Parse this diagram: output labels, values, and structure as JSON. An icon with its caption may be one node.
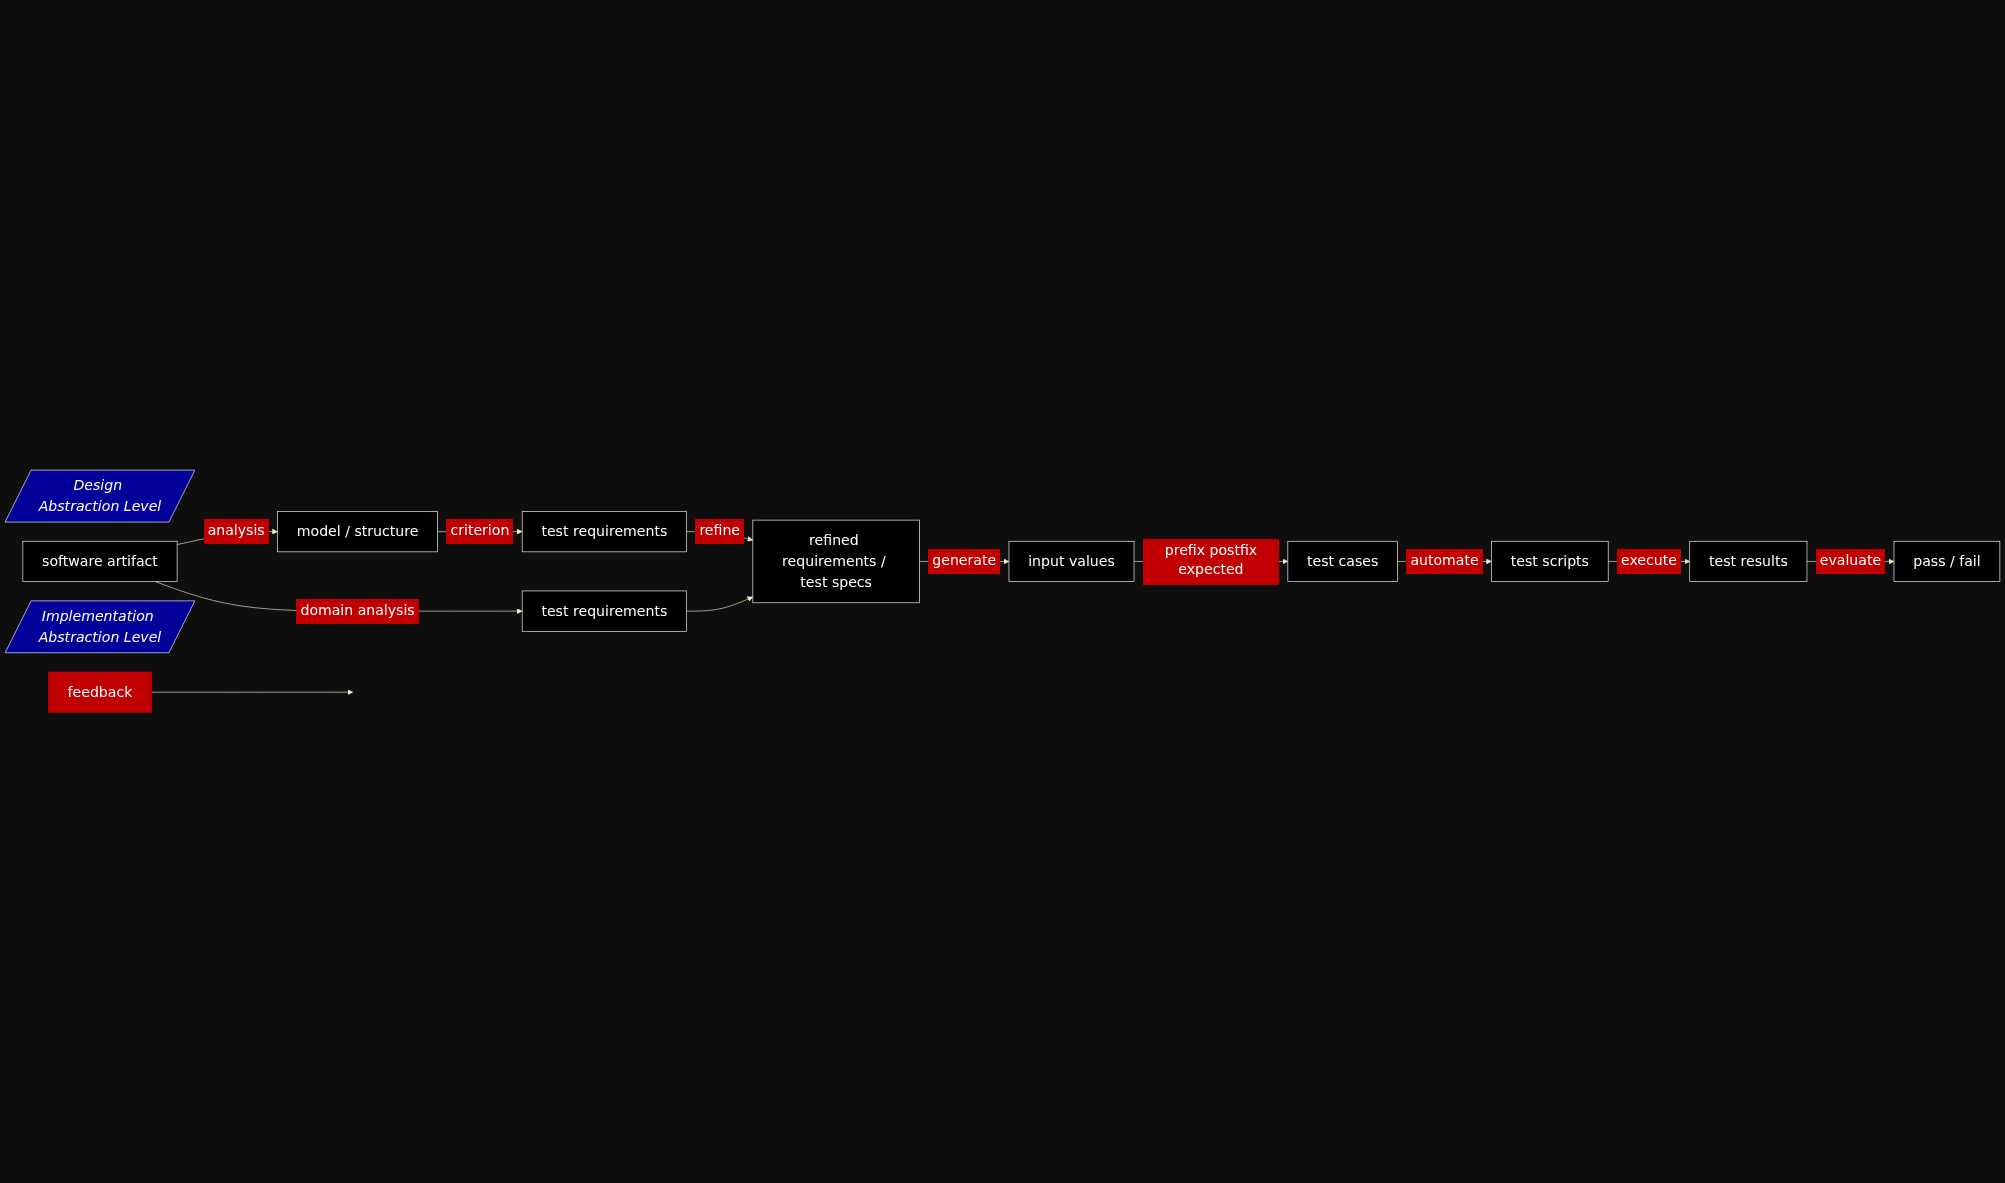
{
  "diagram": {
    "nodes": [
      {
        "text": [
          "model / structure"
        ]
      },
      {
        "text": [
          "test requirements"
        ]
      },
      {
        "text": [
          "refined requirements / test specs"
        ]
      },
      {
        "text": [
          "test requirements"
        ]
      },
      {
        "text": [
          "Design Abstraction Level"
        ]
      },
      {
        "text": [
          "software artifact"
        ]
      },
      {
        "text": [
          "Implementation Abstraction Level"
        ]
      },
      {
        "text": [
          "input values"
        ]
      },
      {
        "text": [
          "test cases"
        ]
      },
      {
        "text": [
          "test scripts"
        ]
      },
      {
        "text": [
          "test results"
        ]
      },
      {
        "text": [
          "pass / fail"
        ]
      },
      {
        "text": [
          "feedback"
        ]
      }
    ],
    "edges": [
      {
        "from": 5,
        "to": 0,
        "arrow": "to",
        "label": "analysis"
      },
      {
        "from": 0,
        "to": 1,
        "arrow": "to",
        "label": "criterion"
      },
      {
        "from": 1,
        "to": 2,
        "arrow": "to",
        "label": "refine"
      },
      {
        "from": 5,
        "to": 3,
        "arrow": "to",
        "label": "domain analysis"
      },
      {
        "from": 3,
        "to": 2,
        "arrow": "to"
      },
      {
        "from": 2,
        "to": 7,
        "arrow": "to",
        "label": "generate"
      },
      {
        "from": 7,
        "to": 8,
        "arrow": "to",
        "label": "prefix postfix expected"
      },
      {
        "from": 8,
        "to": 9,
        "arrow": "to",
        "label": "automate"
      },
      {
        "from": 9,
        "to": 10,
        "arrow": "to",
        "label": "execute"
      },
      {
        "from": 10,
        "to": 11,
        "arrow": "to",
        "label": "evaluate"
      },
      {
        "from": 12,
        "to": null,
        "arrow": "to"
      }
    ]
  }
}
